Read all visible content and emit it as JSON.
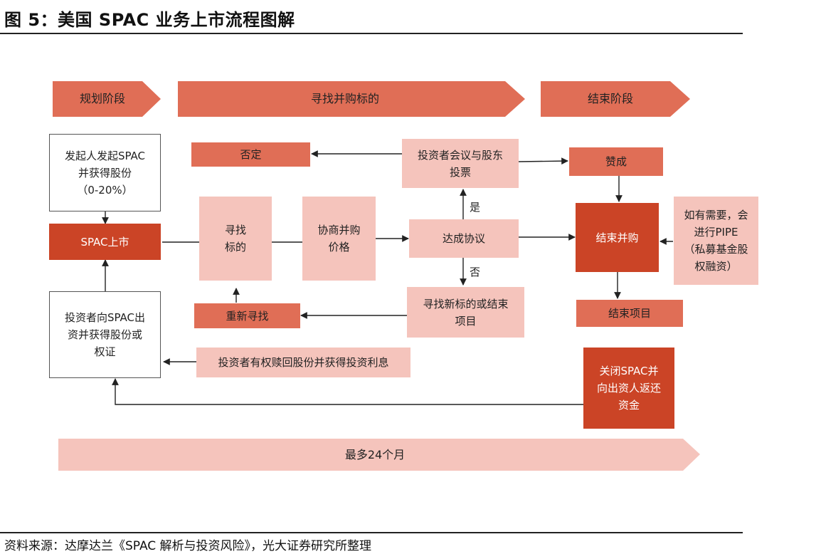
{
  "figure": {
    "title": "图 5：美国 SPAC 业务上市流程图解",
    "source": "资料来源：达摩达兰《SPAC 解析与投资风险》，光大证券研究所整理"
  },
  "phases": {
    "planning": "规划阶段",
    "search": "寻找并购标的",
    "closing": "结束阶段",
    "duration": "最多24个月"
  },
  "nodes": {
    "sponsor": "发起人发起SPAC\n并获得股份\n（0-20%）",
    "ipo": "SPAC上市",
    "investors": "投资者向SPAC出\n资并获得股份或\n权证",
    "find_target": "寻找\n标的",
    "negotiate": "协商并购\n价格",
    "agreement": "达成协议",
    "vote": "投资者会议与股东\n投票",
    "rejected": "否定",
    "approved": "赞成",
    "complete_merger": "结束并购",
    "pipe": "如有需要，会\n进行PIPE\n（私募基金股\n权融资）",
    "end_project": "结束项目",
    "new_target_or_end": "寻找新标的或结束\n项目",
    "search_again": "重新寻找",
    "redemption": "投资者有权赎回股份并获得投资利息",
    "close_spac": "关闭SPAC并\n向出资人返还\n资金"
  },
  "edge_labels": {
    "yes": "是",
    "no": "否"
  },
  "colors": {
    "light": "#f5c4bc",
    "mid": "#e06e56",
    "dark": "#cb4426",
    "line": "#222222"
  }
}
